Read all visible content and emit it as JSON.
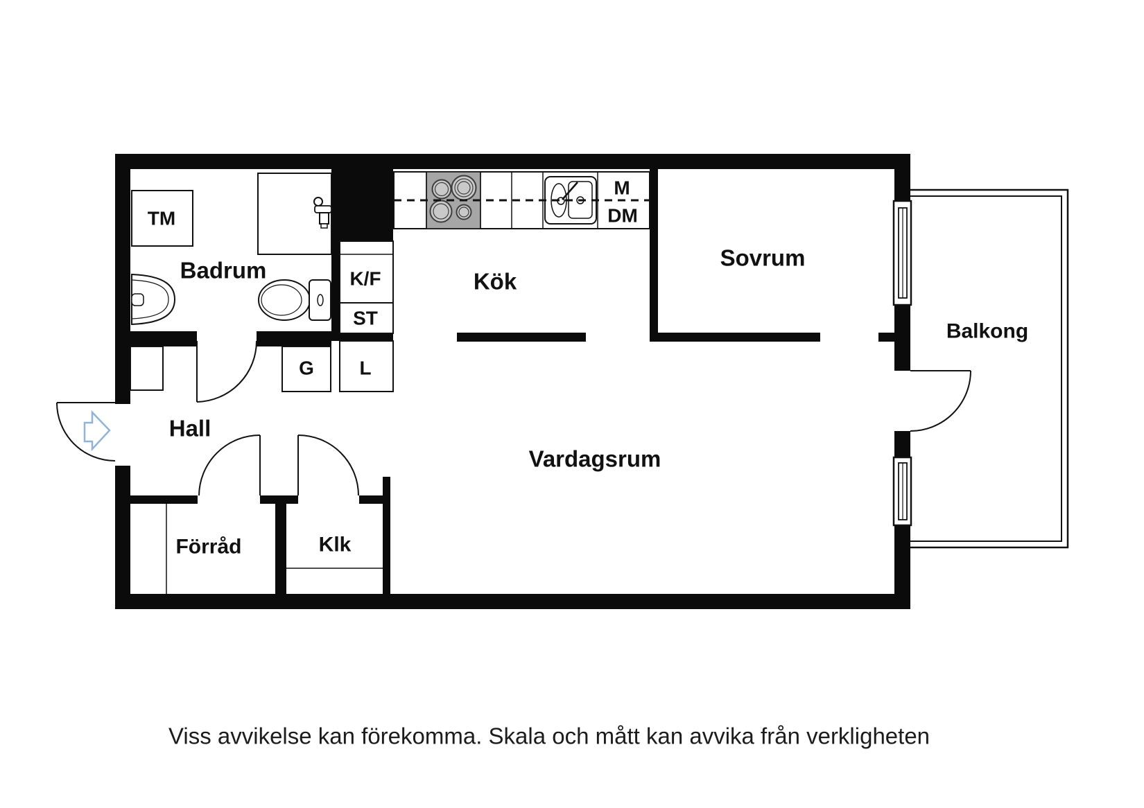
{
  "plan": {
    "rooms": {
      "badrum": "Badrum",
      "hall": "Hall",
      "kok": "Kök",
      "sovrum": "Sovrum",
      "vardagsrum": "Vardagsrum",
      "balkong": "Balkong",
      "forrad": "Förråd",
      "klk": "Klk"
    },
    "fixtures": {
      "tm": "TM",
      "kf": "K/F",
      "st": "ST",
      "g": "G",
      "l": "L",
      "m": "M",
      "dm": "DM"
    },
    "colors": {
      "wall": "#0b0b0b",
      "stove_fill": "#a6a6a6",
      "burner_fill": "#c9c9c9",
      "arrow_stroke": "#8fb4d8"
    }
  },
  "footer": {
    "disclaimer": "Viss avvikelse kan förekomma. Skala och mått kan avvika från verkligheten"
  }
}
